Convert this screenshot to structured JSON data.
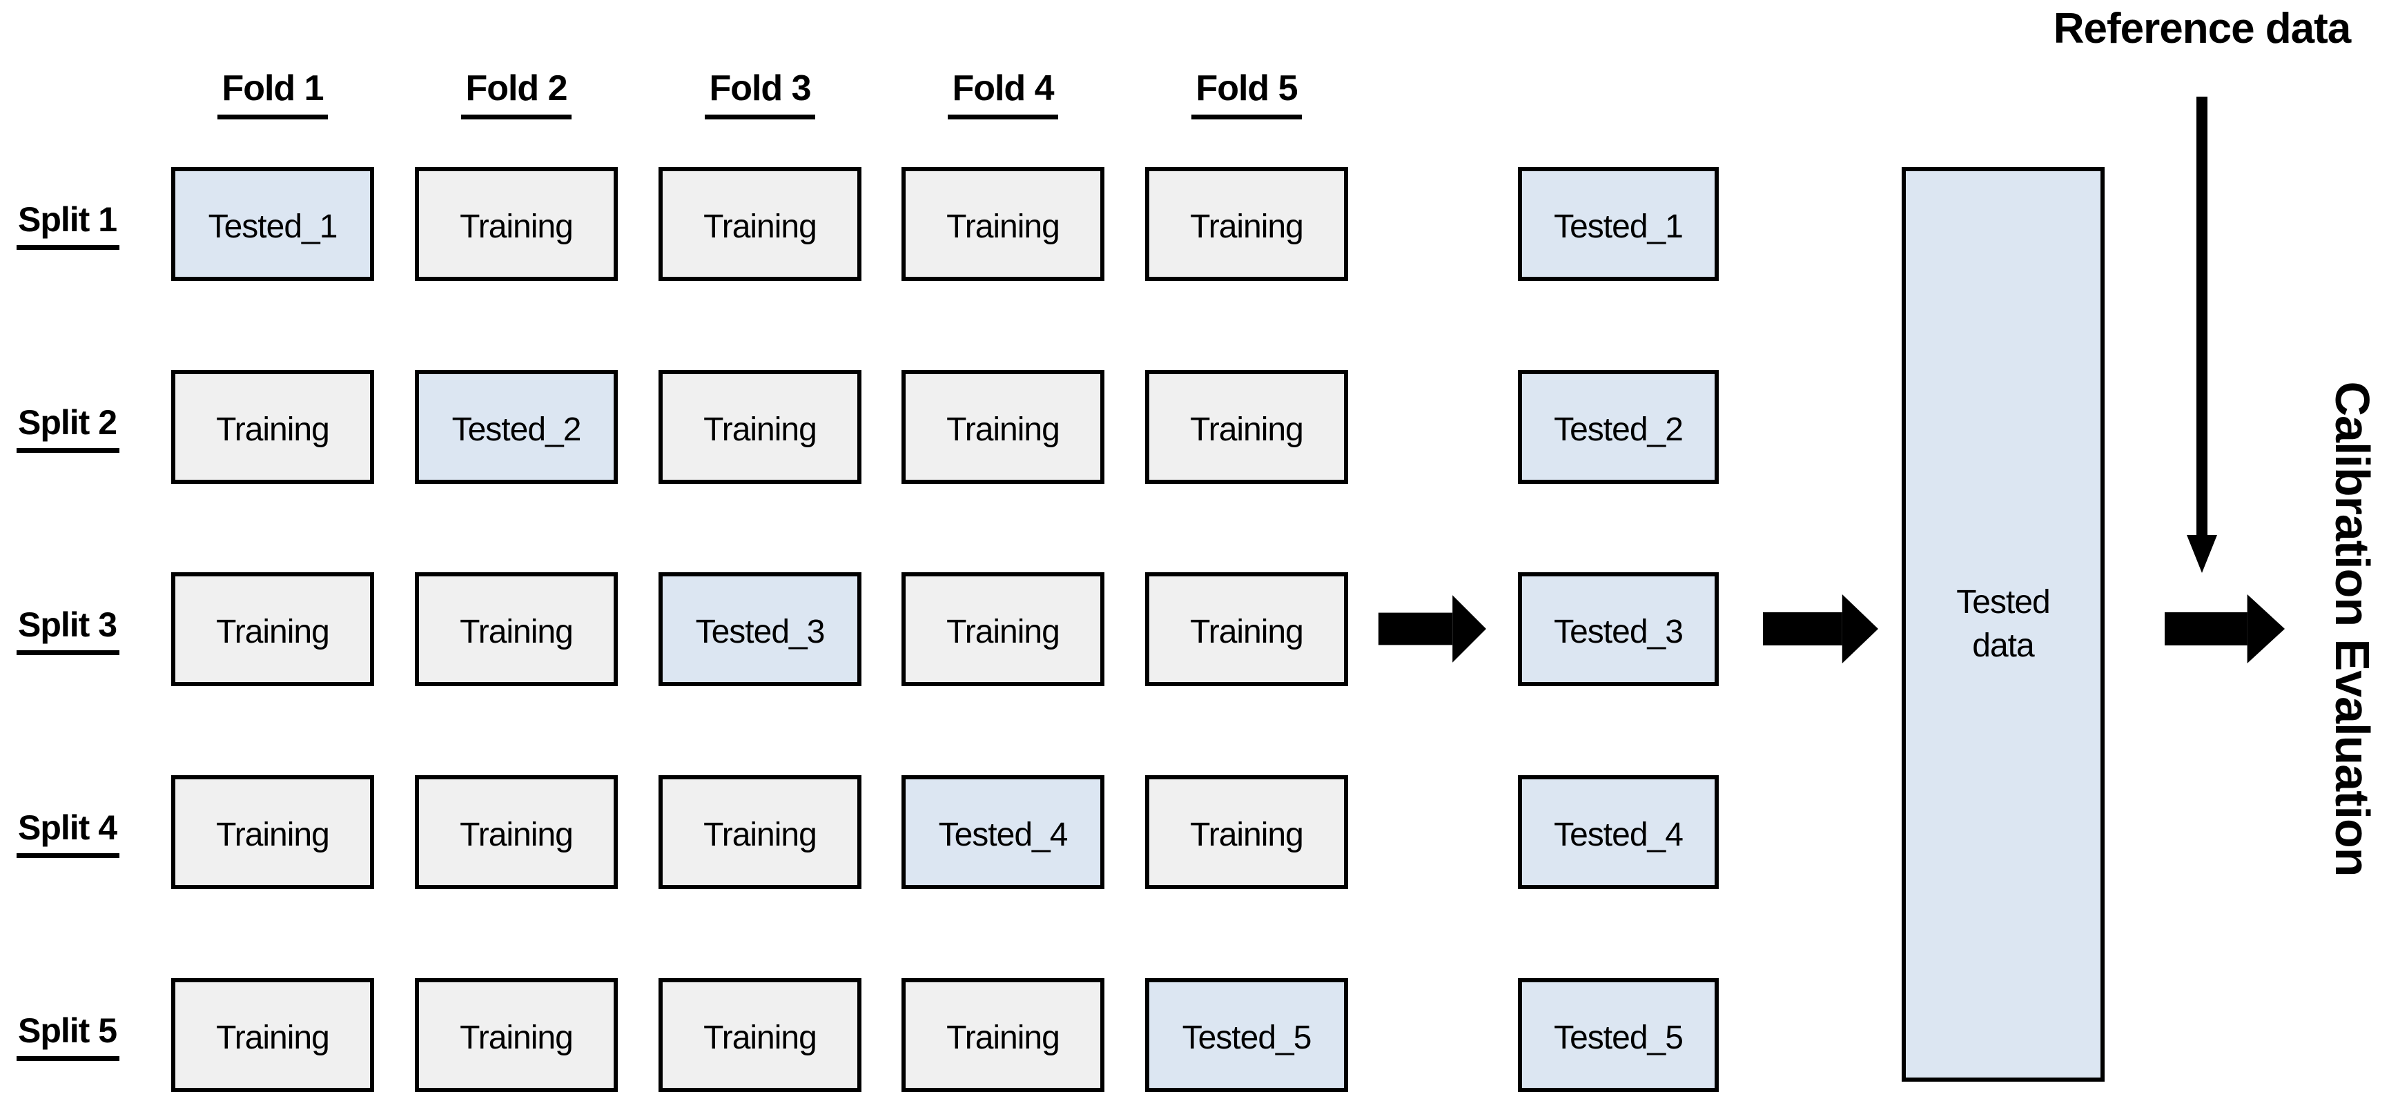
{
  "folds": [
    {
      "label": "Fold 1"
    },
    {
      "label": "Fold 2"
    },
    {
      "label": "Fold 3"
    },
    {
      "label": "Fold 4"
    },
    {
      "label": "Fold 5"
    }
  ],
  "grid": {
    "rows": [
      {
        "split": "Split 1",
        "cells": [
          {
            "label": "Tested_1",
            "state": "tested"
          },
          {
            "label": "Training",
            "state": "training"
          },
          {
            "label": "Training",
            "state": "training"
          },
          {
            "label": "Training",
            "state": "training"
          },
          {
            "label": "Training",
            "state": "training"
          }
        ]
      },
      {
        "split": "Split 2",
        "cells": [
          {
            "label": "Training",
            "state": "training"
          },
          {
            "label": "Tested_2",
            "state": "tested"
          },
          {
            "label": "Training",
            "state": "training"
          },
          {
            "label": "Training",
            "state": "training"
          },
          {
            "label": "Training",
            "state": "training"
          }
        ]
      },
      {
        "split": "Split 3",
        "cells": [
          {
            "label": "Training",
            "state": "training"
          },
          {
            "label": "Training",
            "state": "training"
          },
          {
            "label": "Tested_3",
            "state": "tested"
          },
          {
            "label": "Training",
            "state": "training"
          },
          {
            "label": "Training",
            "state": "training"
          }
        ]
      },
      {
        "split": "Split 4",
        "cells": [
          {
            "label": "Training",
            "state": "training"
          },
          {
            "label": "Training",
            "state": "training"
          },
          {
            "label": "Training",
            "state": "training"
          },
          {
            "label": "Tested_4",
            "state": "tested"
          },
          {
            "label": "Training",
            "state": "training"
          }
        ]
      },
      {
        "split": "Split 5",
        "cells": [
          {
            "label": "Training",
            "state": "training"
          },
          {
            "label": "Training",
            "state": "training"
          },
          {
            "label": "Training",
            "state": "training"
          },
          {
            "label": "Training",
            "state": "training"
          },
          {
            "label": "Tested_5",
            "state": "tested"
          }
        ]
      }
    ]
  },
  "tested_column": {
    "items": [
      {
        "label": "Tested_1"
      },
      {
        "label": "Tested_2"
      },
      {
        "label": "Tested_3"
      },
      {
        "label": "Tested_4"
      },
      {
        "label": "Tested_5"
      }
    ]
  },
  "tested_data_box": {
    "line1": "Tested",
    "line2": "data"
  },
  "reference": {
    "label": "Reference data"
  },
  "calibration": {
    "label": "Calibration Evaluation"
  },
  "icons": {
    "flow_arrow_1": "arrow-right-icon",
    "flow_arrow_2": "arrow-right-icon",
    "flow_arrow_3": "arrow-right-icon",
    "reference_arrow": "arrow-down-icon"
  },
  "colors": {
    "tested_fill": "#dce6f2",
    "training_fill": "#f0f0f0",
    "border": "#000000",
    "arrow": "#000000",
    "text": "#000000",
    "background": "#ffffff"
  }
}
